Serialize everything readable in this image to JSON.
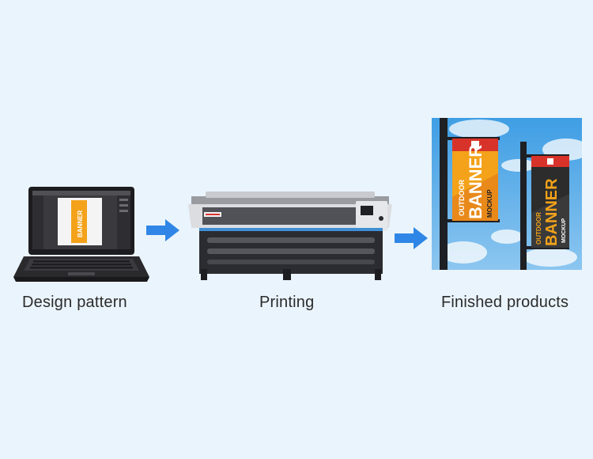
{
  "steps": [
    {
      "caption": "Design pattern",
      "icon": "laptop-icon"
    },
    {
      "caption": "Printing",
      "icon": "printer-icon"
    },
    {
      "caption": "Finished products",
      "icon": "banner-icon"
    }
  ],
  "laptop_screen": {
    "banner_text": "BANNER"
  },
  "banners": {
    "left": {
      "top": "OUTDOOR",
      "main": "BANNER",
      "bottom": "MOCKUP"
    },
    "right": {
      "top": "OUTDOOR",
      "main": "BANNER",
      "bottom": "MOCKUP"
    }
  },
  "colors": {
    "background": "#eaf4fc",
    "arrow": "#2f86e6",
    "banner_orange": "#f3a21a",
    "banner_dark": "#2c2c2c",
    "banner_red": "#d8332a",
    "sky": "#5aaee8"
  }
}
